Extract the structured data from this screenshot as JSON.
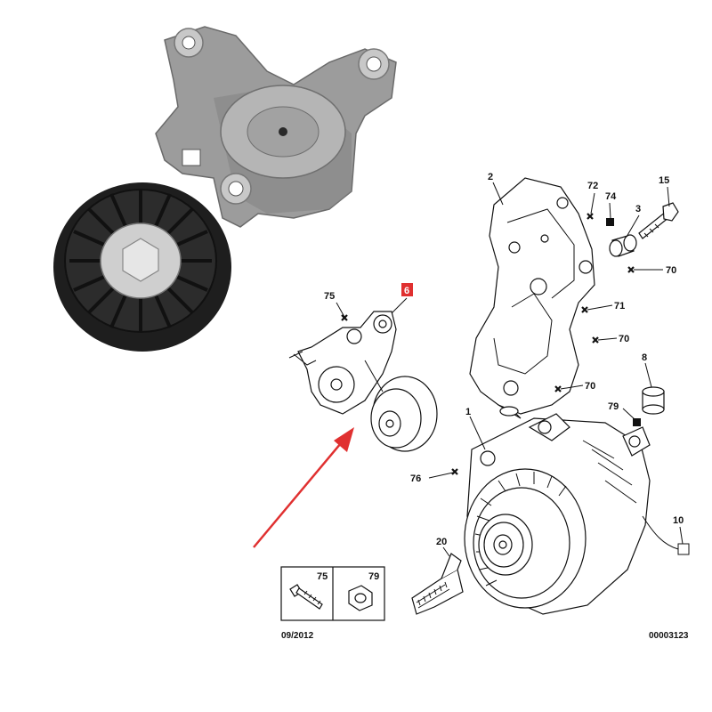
{
  "callouts": {
    "c1": "1",
    "c2": "2",
    "c3": "3",
    "c6": "6",
    "c8": "8",
    "c10": "10",
    "c15": "15",
    "c20": "20",
    "c70a": "70",
    "c70b": "70",
    "c70c": "70",
    "c71": "71",
    "c72": "72",
    "c74": "74",
    "c75": "75",
    "c76": "76",
    "c79": "79"
  },
  "inset": {
    "left_ref": "75",
    "right_ref": "79"
  },
  "footer": {
    "date": "09/2012",
    "doc_number": "00003123"
  },
  "colors": {
    "highlight": "#e03030",
    "arrow": "#e03030",
    "line": "#111111",
    "photo_metal": "#9a9a9a",
    "photo_pulley": "#1e1e1e"
  }
}
